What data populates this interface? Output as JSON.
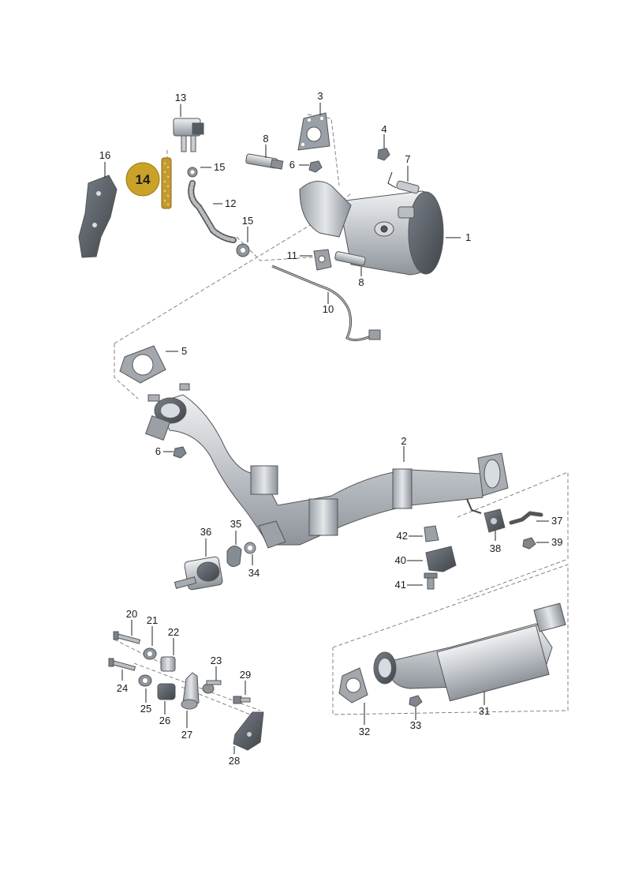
{
  "highlight": {
    "label": "14",
    "color": "#c9a227"
  },
  "part_labels": [
    "1",
    "2",
    "3",
    "4",
    "5",
    "6",
    "6",
    "7",
    "8",
    "8",
    "10",
    "11",
    "12",
    "13",
    "15",
    "15",
    "16",
    "20",
    "21",
    "22",
    "23",
    "24",
    "25",
    "26",
    "27",
    "28",
    "29",
    "31",
    "32",
    "33",
    "34",
    "35",
    "36",
    "37",
    "38",
    "39",
    "40",
    "41",
    "42"
  ],
  "colors": {
    "part_fill": "#c8ccd0",
    "part_dark": "#6b7078",
    "line": "#222222"
  }
}
